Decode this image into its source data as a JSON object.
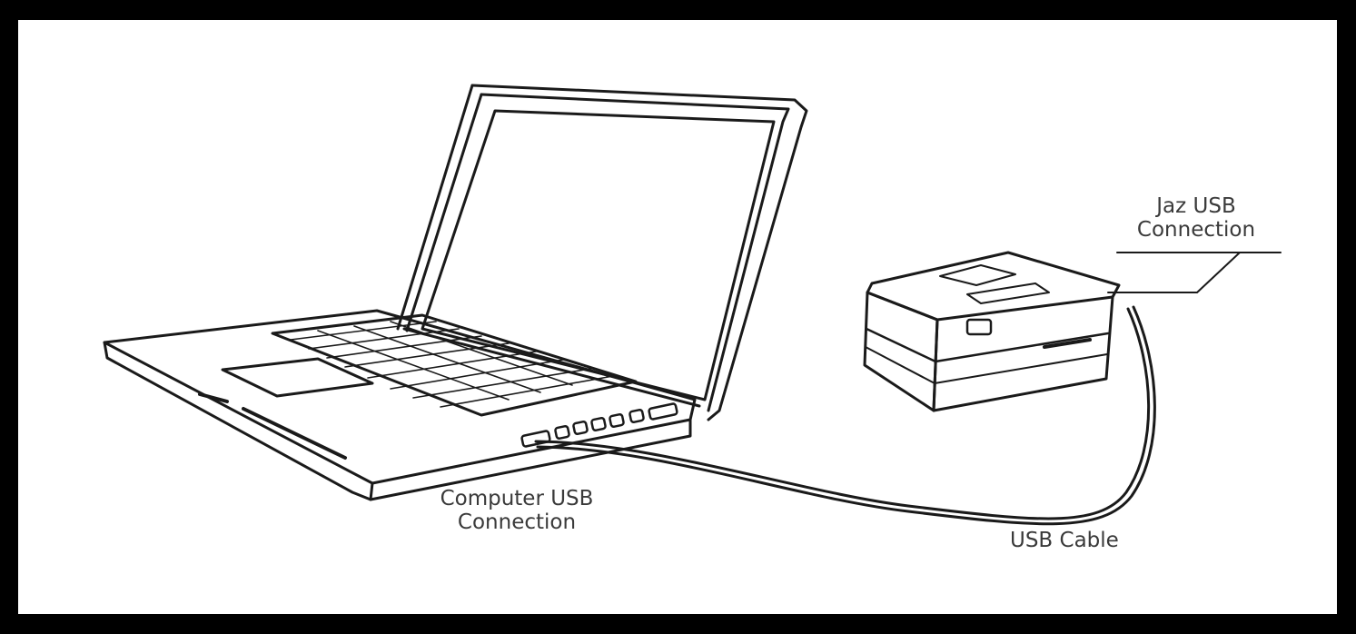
{
  "labels": {
    "computer_usb": [
      "Computer USB",
      "Connection"
    ],
    "jaz_usb": [
      "Jaz USB",
      "Connection"
    ],
    "usb_cable": "USB Cable"
  },
  "colors": {
    "background": "#ffffff",
    "outer": "#000000",
    "line": "#1a1a1a"
  },
  "icons": [
    "laptop-icon",
    "jaz-spectrometer-icon",
    "usb-cable-icon"
  ]
}
